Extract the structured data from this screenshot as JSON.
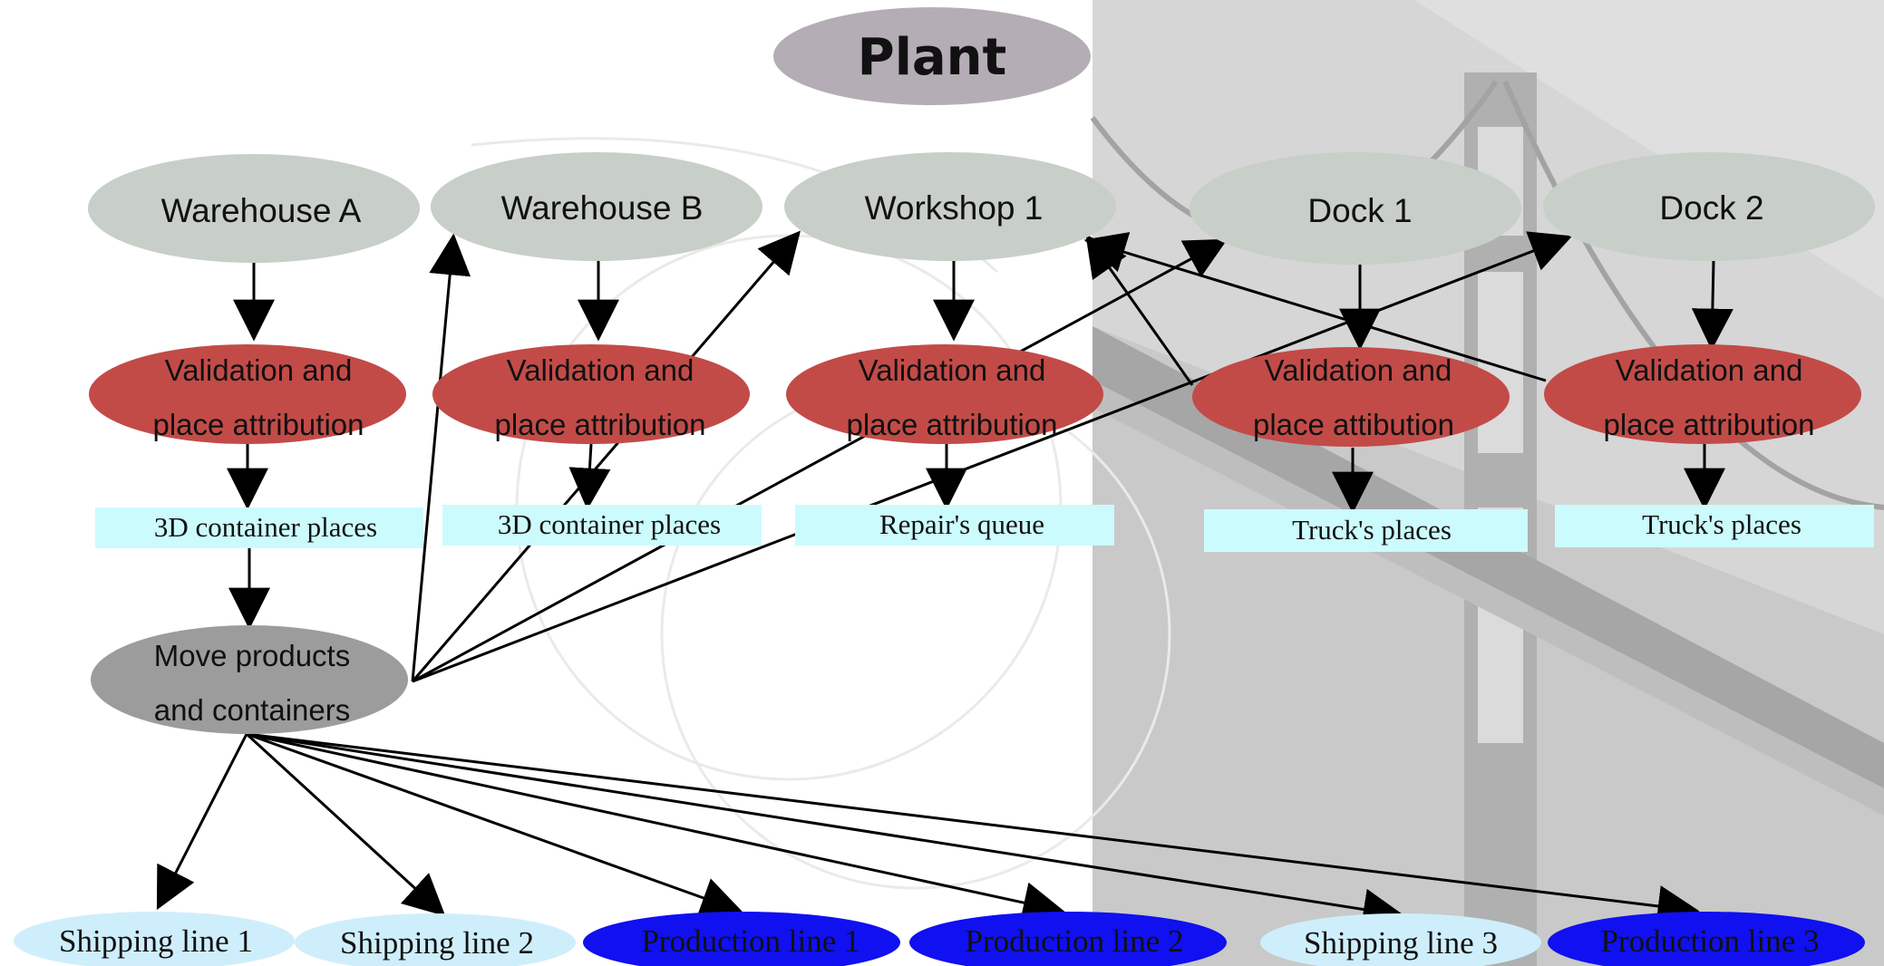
{
  "title": "Plant",
  "colors": {
    "title_node": "#b5adb5",
    "location_node": "#c8cec8",
    "validation_node": "#c24b48",
    "place_box": "#ccfbfd",
    "move_node": "#9c9c9c",
    "shipping_node": "#cfeefb",
    "production_node": "#1010f0",
    "edge": "#000000"
  },
  "background_image": "suspension-bridge",
  "locations": {
    "warehouse_a": "Warehouse A",
    "warehouse_b": "Warehouse B",
    "workshop_1": "Workshop 1",
    "dock_1": "Dock 1",
    "dock_2": "Dock 2"
  },
  "validation": {
    "wa": [
      "Validation and",
      "place attribution"
    ],
    "wb": [
      "Validation and",
      "place attribution"
    ],
    "w1": [
      "Validation and",
      "place attribution"
    ],
    "d1": [
      "Validation and",
      "place attibution"
    ],
    "d2": [
      "Validation and",
      "place attribution"
    ]
  },
  "places": {
    "wa": "3D container places",
    "wb": "3D container places",
    "w1": "Repair's queue",
    "d1": "Truck's places",
    "d2": "Truck's places"
  },
  "move": [
    "Move products",
    "and containers"
  ],
  "outputs": {
    "ship1": "Shipping line 1",
    "ship2": "Shipping line 2",
    "prod1": "Production line 1",
    "prod2": "Production line 2",
    "ship3": "Shipping line 3",
    "prod3": "Production line 3"
  }
}
